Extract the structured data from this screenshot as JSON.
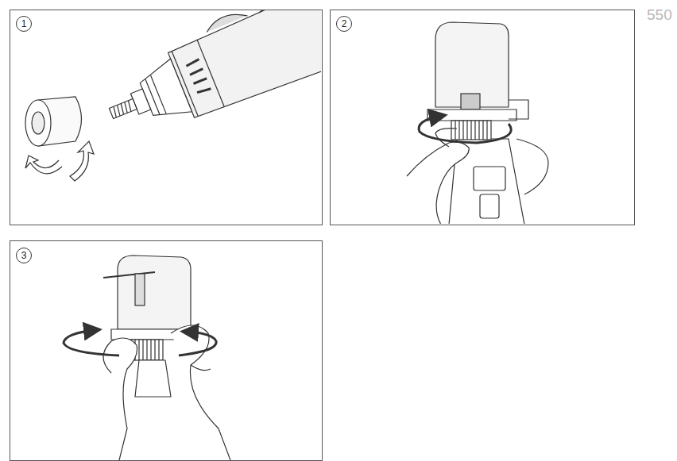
{
  "diagram": {
    "nodes": [
      {
        "text": [
          "1"
        ]
      },
      {
        "text": [
          "2"
        ]
      },
      {
        "text": [
          "3"
        ]
      }
    ],
    "labels": [
      "550"
    ]
  }
}
